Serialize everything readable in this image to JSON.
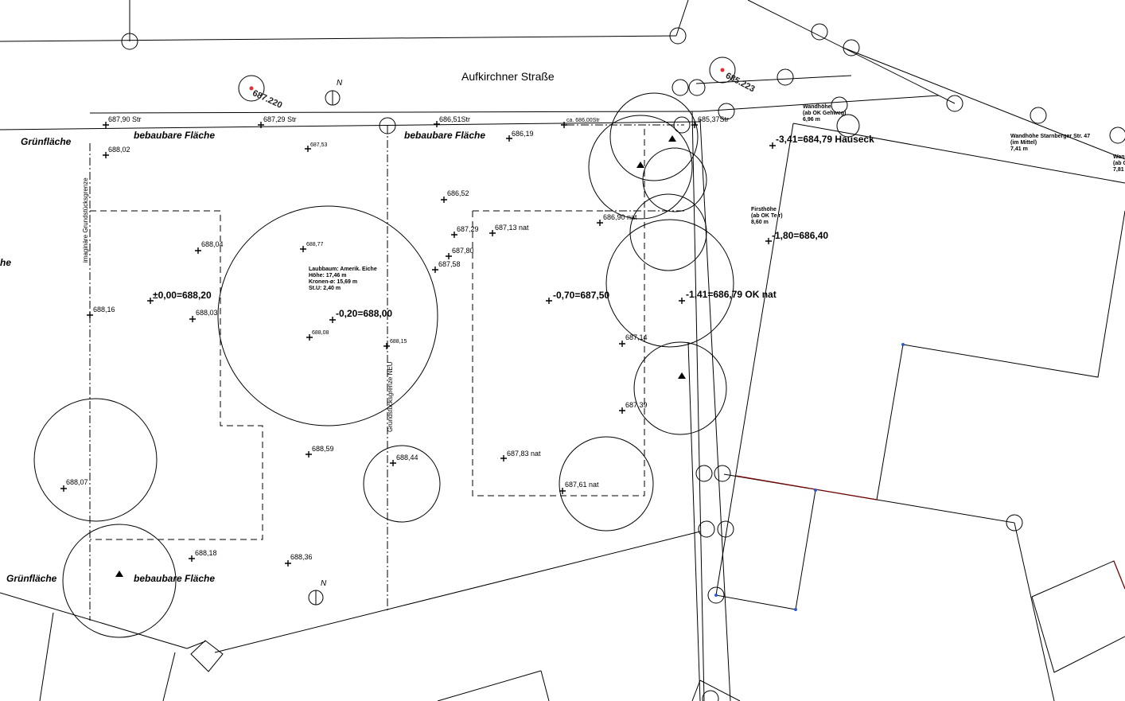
{
  "street": "Aufkirchner Straße",
  "areas": {
    "buildable_1": "bebaubare Fläche",
    "buildable_2": "bebaubare Fläche",
    "buildable_3": "bebaubare Fläche",
    "green_1": "Grünfläche",
    "green_2": "Grünfläche",
    "cut_left": "he"
  },
  "boundary_points": {
    "b1": "687.220",
    "b2": "685.223"
  },
  "north_label": "N",
  "street_levels": [
    "687,90 Str",
    "687,29 Str",
    "686,51Str",
    "ca. 686,00Str",
    "685,37Str"
  ],
  "spot_heights": {
    "h1": "688,02",
    "h2": "687,53",
    "h3": "686,19",
    "h4": "686,52",
    "h5": "686,90 nat",
    "h6": "687,29",
    "h7": "687,13 nat",
    "h8": "687,80",
    "h9": "687,58",
    "h10": "688,04",
    "h11": "688,77",
    "h12": "688,16",
    "h13": "688,03",
    "h14": "688,08",
    "h15": "688,15",
    "h16": "687,14",
    "h17": "687,39",
    "h18": "688,59",
    "h19": "688,44",
    "h20": "687,83 nat",
    "h21": "687,61 nat",
    "h22": "688,07",
    "h23": "688,18",
    "h24": "688,36"
  },
  "levels": {
    "zero": "±0,00=688,20",
    "m020": "-0,20=688,00",
    "m070": "-0,70=687,50",
    "m141": "-1,41=686,79 OK nat",
    "m341": "-3,41=684,79 Hauseck",
    "m180": "-1,80=686,40"
  },
  "tree_note": [
    "Laubbaum: Amerik. Eiche",
    "Höhe: 17,46 m",
    "Kronen-ø: 15,69 m",
    "St.U: 2,40 m"
  ],
  "wall_height_1": [
    "Wandhöhe",
    "(ab OK Gehweg)",
    "6,96 m"
  ],
  "wall_height_2": [
    "Wandhöhe Starnberger Str. 47",
    "(im Mittel)",
    "7,41 m"
  ],
  "wall_height_3": [
    "Wan",
    "(ab O",
    "7,81"
  ],
  "ridge_height": [
    "Firsthöhe",
    "(ab OK Te r)",
    "8,60 m"
  ],
  "vertical_labels": {
    "imaginary": "imaginäre Grundstücksgrenze",
    "parcel": "Grundstücksgrenze NEU"
  }
}
